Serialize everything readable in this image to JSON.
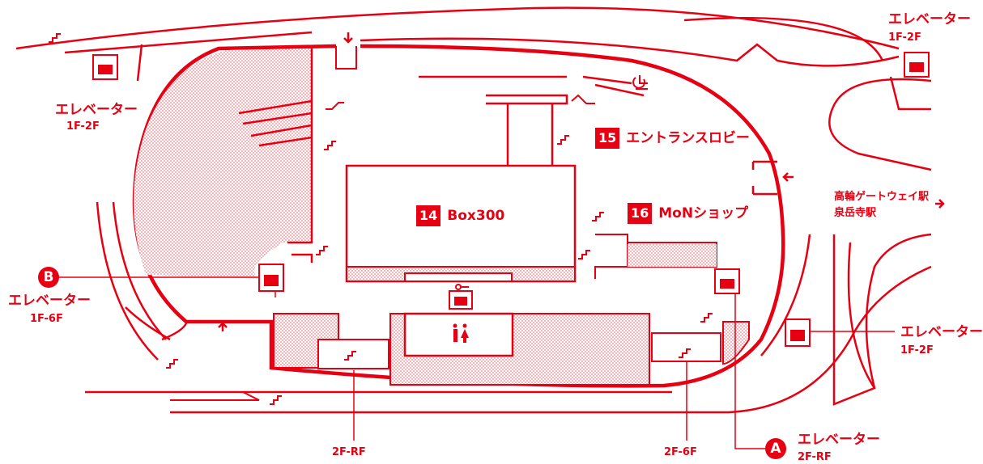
{
  "colors": {
    "accent": "#e60012",
    "fill": "#f6c2c6"
  },
  "elevators": [
    {
      "id": "top-left",
      "label": "エレベーター",
      "floors": "1F-2F"
    },
    {
      "id": "top-right",
      "label": "エレベーター",
      "floors": "1F-2F"
    },
    {
      "id": "B",
      "badge": "B",
      "label": "エレベーター",
      "floors": "1F-6F"
    },
    {
      "id": "right",
      "label": "エレベーター",
      "floors": "1F-2F"
    },
    {
      "id": "A",
      "badge": "A",
      "label": "エレベーター",
      "floors": "2F-RF"
    }
  ],
  "areas": [
    {
      "num": "15",
      "name": "エントランスロビー"
    },
    {
      "num": "14",
      "name": "Box300"
    },
    {
      "num": "16",
      "name": "MoNショップ"
    }
  ],
  "stairs_labels": [
    "2F-RF",
    "2F-6F"
  ],
  "station": {
    "line1": "高輪ゲートウェイ駅",
    "line2": "泉岳寺駅",
    "arrow": "→"
  }
}
